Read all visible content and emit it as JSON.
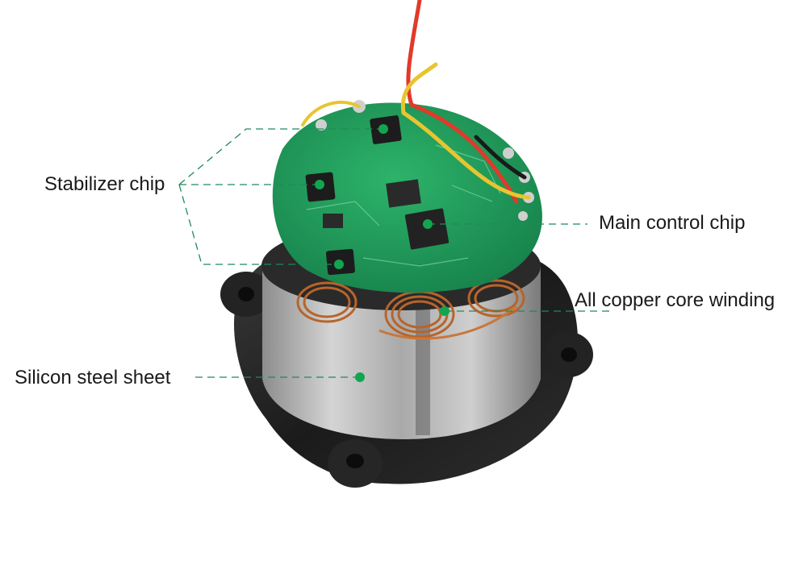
{
  "callouts": {
    "stabilizer": {
      "label": "Stabilizer chip"
    },
    "main_control": {
      "label": "Main control chip"
    },
    "copper_winding": {
      "label": "All copper core winding"
    },
    "silicon_steel": {
      "label": "Silicon steel sheet"
    }
  },
  "colors": {
    "accent_green": "#12a550",
    "leader_green": "#1f8a5a",
    "pcb_green": "#1f9a55",
    "copper": "#b8642a",
    "housing_black": "#1e1e1e",
    "steel": "#b9b9b9"
  }
}
